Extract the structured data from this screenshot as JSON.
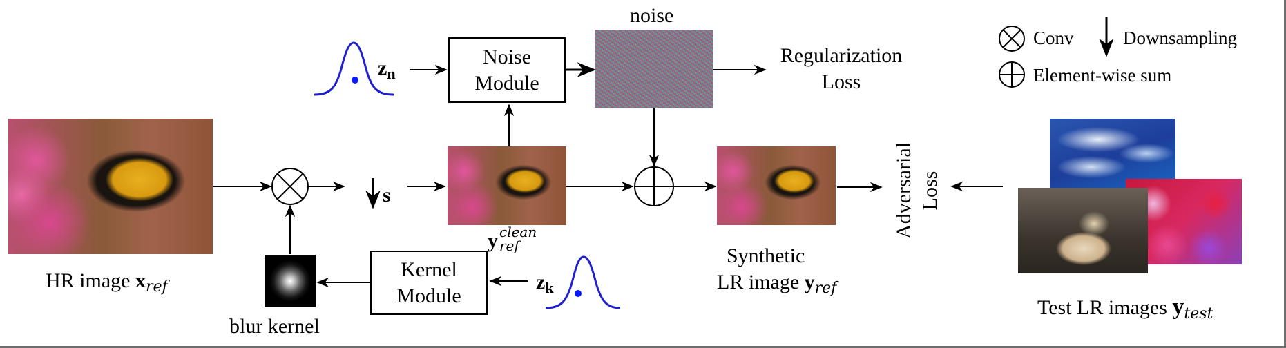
{
  "diagram": {
    "inputs": {
      "hr_image_label": "HR image",
      "hr_image_symbol": "x",
      "hr_image_sub": "ref",
      "z_noise_symbol": "z",
      "z_noise_sub": "n",
      "z_kernel_symbol": "z",
      "z_kernel_sub": "k"
    },
    "modules": {
      "noise_module": [
        "Noise",
        "Module"
      ],
      "kernel_module": [
        "Kernel",
        "Module"
      ]
    },
    "labels": {
      "noise": "noise",
      "blur_kernel": "blur kernel",
      "downsample_symbol": "s",
      "clean_symbol": "y",
      "clean_sup": "clean",
      "clean_sub": "ref",
      "synthetic_line1": "Synthetic",
      "synthetic_line2": "LR image",
      "synthetic_symbol": "y",
      "synthetic_sub": "ref",
      "test_label": "Test LR images",
      "test_symbol": "y",
      "test_sub": "test"
    },
    "losses": {
      "regularization": [
        "Regularization",
        "Loss"
      ],
      "adversarial": [
        "Adversarial",
        "Loss"
      ]
    },
    "legend": {
      "conv": "Conv",
      "downsampling": "Downsampling",
      "sum": "Element-wise sum"
    },
    "colors": {
      "gaussian_curve": "#1f1fd0",
      "sample_dot": "#0a1aff",
      "line": "#000000",
      "frame_border": "#6e6e6e"
    }
  }
}
